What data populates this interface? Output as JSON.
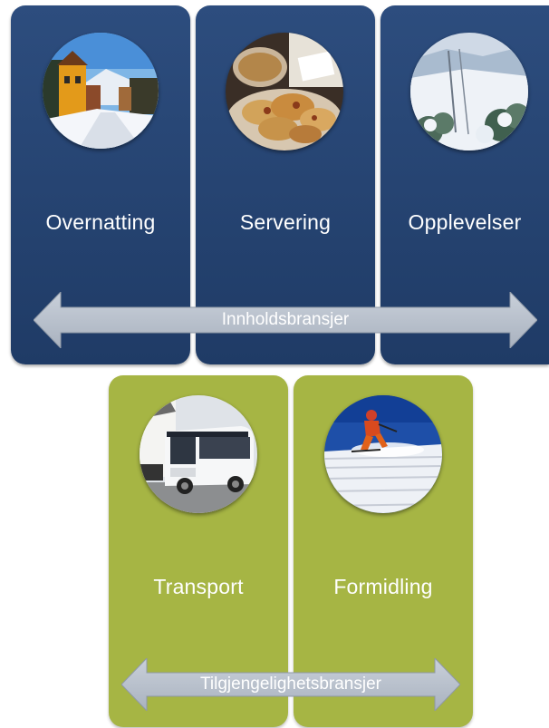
{
  "content_industries": {
    "items": [
      {
        "label": "Overnatting",
        "image": "snowy-village-street"
      },
      {
        "label": "Servering",
        "image": "pastries-plate"
      },
      {
        "label": "Opplevelser",
        "image": "snowy-ski-slope"
      }
    ],
    "arrow_label": "Innholdsbransjer"
  },
  "access_industries": {
    "items": [
      {
        "label": "Transport",
        "image": "coach-bus"
      },
      {
        "label": "Formidling",
        "image": "skier-groomed-snow"
      }
    ],
    "arrow_label": "Tilgjengelighetsbransjer"
  },
  "colors": {
    "blue_card": "#1f3b66",
    "green_card": "#a6b544",
    "arrow_fill": "#b9c1cc",
    "text": "#ffffff"
  }
}
